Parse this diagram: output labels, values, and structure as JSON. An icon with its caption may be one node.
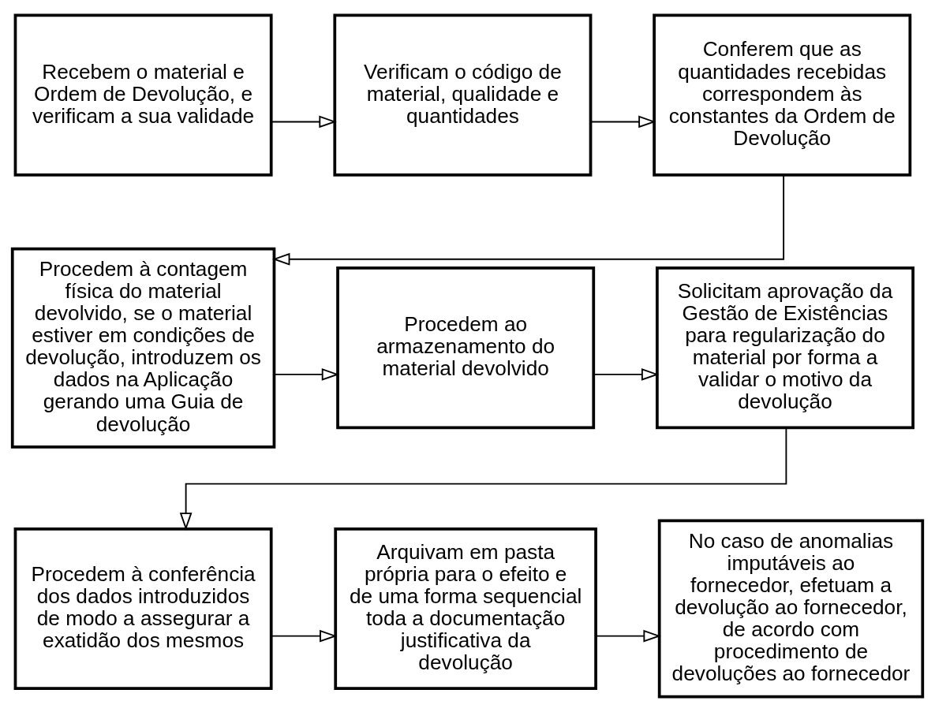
{
  "diagram": {
    "nodes": [
      {
        "text": [
          "Recebem o material e Ordem de Devolução, e verificam a sua validade"
        ]
      },
      {
        "text": [
          "Verificam o código de material, qualidade e quantidades"
        ]
      },
      {
        "text": [
          "Conferem que as quantidades recebidas correspondem às constantes da Ordem de Devolução"
        ]
      },
      {
        "text": [
          "Procedem à contagem física do material devolvido, se o material estiver em condições de devolução, introduzem os dados na Aplicação gerando uma Guia de devolução"
        ]
      },
      {
        "text": [
          "Procedem ao armazenamento do material devolvido"
        ]
      },
      {
        "text": [
          "Solicitam aprovação da Gestão de Existências para regularização do material por forma a validar o motivo da devolução"
        ]
      },
      {
        "text": [
          "Procedem à conferência dos dados introduzidos de modo a assegurar a exatidão dos mesmos"
        ]
      },
      {
        "text": [
          "Arquivam em pasta própria para o efeito e de uma forma sequencial toda a documentação justificativa da devolução"
        ]
      },
      {
        "text": [
          "No caso de anomalias imputáveis ao fornecedor, efetuam a devolução ao fornecedor, de acordo com procedimento de devoluções ao fornecedor"
        ]
      }
    ],
    "edges": [
      {
        "from": 0,
        "to": 1,
        "arrow": "to"
      },
      {
        "from": 1,
        "to": 2,
        "arrow": "to"
      },
      {
        "from": 2,
        "to": 3,
        "arrow": "to"
      },
      {
        "from": 3,
        "to": 4,
        "arrow": "to"
      },
      {
        "from": 4,
        "to": 5,
        "arrow": "to"
      },
      {
        "from": 5,
        "to": 6,
        "arrow": "to"
      },
      {
        "from": 6,
        "to": 7,
        "arrow": "to"
      },
      {
        "from": 7,
        "to": 8,
        "arrow": "to"
      }
    ]
  }
}
